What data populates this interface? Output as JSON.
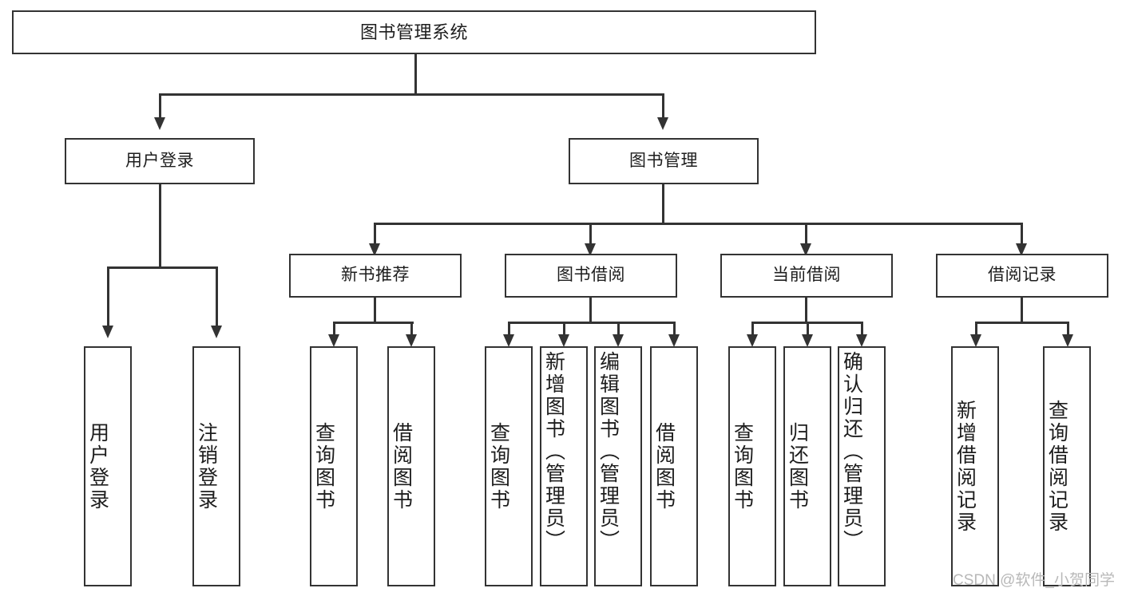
{
  "diagram": {
    "title": "图书管理系统",
    "type": "tree-hierarchy",
    "root": {
      "label": "图书管理系统"
    },
    "level2": [
      {
        "label": "用户登录"
      },
      {
        "label": "图书管理"
      }
    ],
    "level3": [
      {
        "label": "新书推荐"
      },
      {
        "label": "图书借阅"
      },
      {
        "label": "当前借阅"
      },
      {
        "label": "借阅记录"
      }
    ],
    "leaves": {
      "user_login": [
        {
          "label": "用户登录"
        },
        {
          "label": "注销登录"
        }
      ],
      "new_book_recommend": [
        {
          "label": "查询图书"
        },
        {
          "label": "借阅图书"
        }
      ],
      "book_borrow": [
        {
          "label": "查询图书"
        },
        {
          "label": "新增图书（管理员）"
        },
        {
          "label": "编辑图书（管理员）"
        },
        {
          "label": "借阅图书"
        }
      ],
      "current_borrow": [
        {
          "label": "查询图书"
        },
        {
          "label": "归还图书"
        },
        {
          "label": "确认归还（管理员）"
        }
      ],
      "borrow_record": [
        {
          "label": "新增借阅记录"
        },
        {
          "label": "查询借阅记录"
        }
      ]
    }
  },
  "watermark": {
    "text": "CSDN @软件_小贺同学"
  },
  "colors": {
    "stroke": "#333333",
    "background": "#ffffff",
    "text": "#1d1d1d",
    "watermark": "#b8b8b8"
  }
}
